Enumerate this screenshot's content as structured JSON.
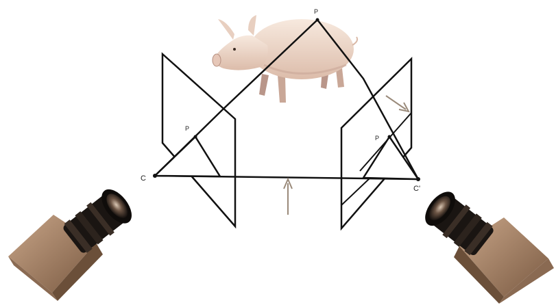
{
  "labels": {
    "left_point_P": "P",
    "right_point_P": "P",
    "left_center": "C",
    "right_center": "C'",
    "world_point": "P"
  },
  "colors": {
    "line": "#111111",
    "arrow": "#9a8a7a",
    "camera_body": "#a8866a",
    "camera_body_dark": "#6b4f39",
    "lens_black": "#1a1512",
    "pig_body": "#f1ddd0",
    "pig_shadow": "#c9a797"
  },
  "icons": {
    "left_camera": "camera-icon",
    "right_camera": "camera-icon",
    "object": "pig-icon"
  }
}
